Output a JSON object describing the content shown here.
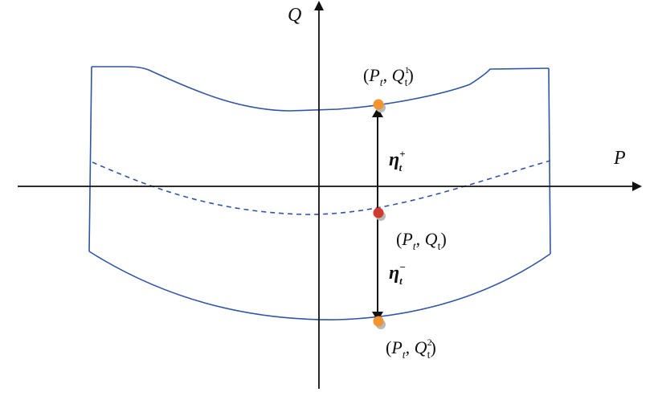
{
  "colors": {
    "region_stroke": "#2f55a4",
    "axis": "#111111",
    "arrow": "#111111",
    "upper_point": "#f39430",
    "center_point": "#d23a30",
    "lower_point": "#f39430",
    "point_shadow": "#b9b9b9"
  },
  "axes": {
    "q": {
      "label": "Q"
    },
    "p": {
      "label": "P"
    }
  },
  "points": {
    "upper": {
      "open": "(",
      "p_sym": "P",
      "p_sub": "t",
      "comma": ", ",
      "q_sym": "Q",
      "q_sub": "t",
      "q_sup": "1",
      "close": ")"
    },
    "center": {
      "open": "(",
      "p_sym": "P",
      "p_sub": "t",
      "comma": ", ",
      "q_sym": "Q",
      "q_sub": "t",
      "close": ")"
    },
    "lower": {
      "open": "(",
      "p_sym": "P",
      "p_sub": "t",
      "comma": ", ",
      "q_sym": "Q",
      "q_sub": "t",
      "q_sup": "2",
      "close": ")"
    }
  },
  "margins": {
    "up": {
      "sym": "η",
      "sub": "t",
      "sup": "+"
    },
    "down": {
      "sym": "η",
      "sub": "t",
      "sup": "−"
    }
  }
}
